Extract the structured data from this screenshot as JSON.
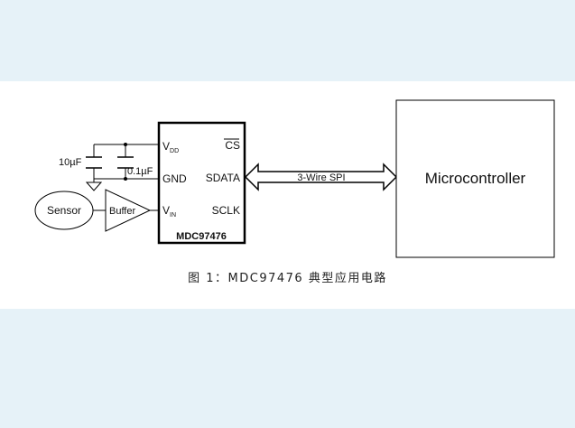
{
  "chip": {
    "name": "MDC97476",
    "pins_left": {
      "vdd": "V",
      "vdd_sub": "DD",
      "gnd": "GND",
      "vin": "V",
      "vin_sub": "IN"
    },
    "pins_right": {
      "cs": "CS",
      "sdata": "SDATA",
      "sclk": "SCLK"
    }
  },
  "components": {
    "cap_large": "10µF",
    "cap_small": "0.1µF",
    "sensor": "Sensor",
    "buffer": "Buffer",
    "bus": "3-Wire SPI",
    "controller": "Microcontroller"
  },
  "caption": "图 1：MDC97476 典型应用电路"
}
